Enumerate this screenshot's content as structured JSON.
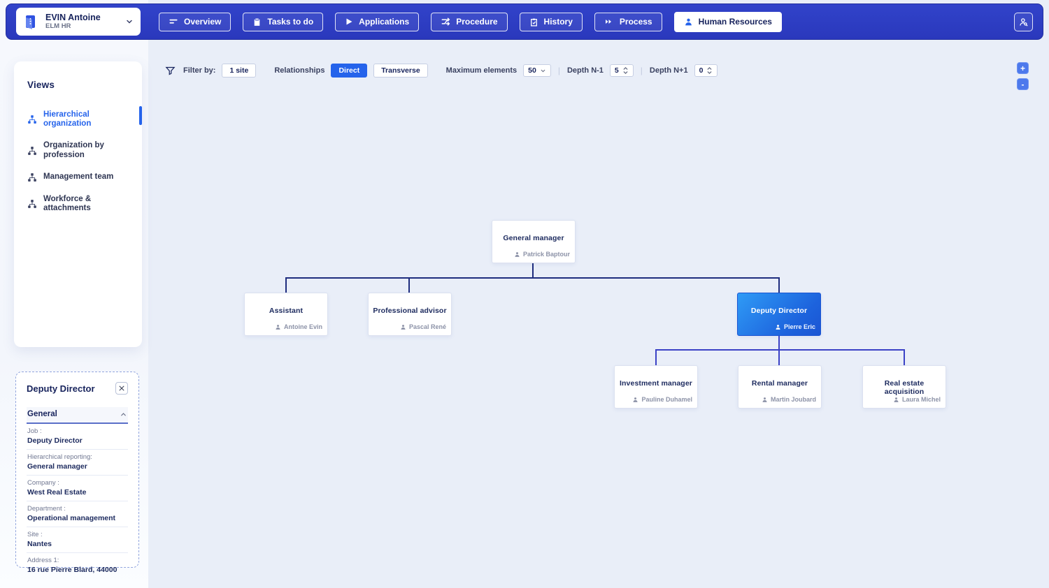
{
  "header": {
    "brand": {
      "name": "EVIN Antoine",
      "subtitle": "ELM HR"
    },
    "tabs": [
      {
        "label": "Overview"
      },
      {
        "label": "Tasks to do"
      },
      {
        "label": "Applications"
      },
      {
        "label": "Procedure"
      },
      {
        "label": "History"
      },
      {
        "label": "Process"
      },
      {
        "label": "Human Resources",
        "active": true
      }
    ]
  },
  "sidebar": {
    "title": "Views",
    "items": [
      {
        "label": "Hierarchical organization",
        "active": true
      },
      {
        "label": "Organization by profession",
        "active": false
      },
      {
        "label": "Management team",
        "active": false
      },
      {
        "label": "Workforce & attachments",
        "active": false
      }
    ]
  },
  "filter_bar": {
    "filter_by_label": "Filter by:",
    "site_button": "1 site",
    "relationships_label": "Relationships",
    "direct_button": "Direct",
    "transverse_button": "Transverse",
    "max_elements_label": "Maximum elements",
    "max_elements_value": "50",
    "depth_n1_label": "Depth N-1",
    "depth_n1_value": "5",
    "depth_n2_label": "Depth N+1",
    "depth_n2_value": "0"
  },
  "zoom_controls": {
    "zoom_in": "+",
    "zoom_out": "-"
  },
  "org_chart": {
    "nodes": [
      {
        "title": "General manager",
        "person": "Patrick Baptour",
        "selected": false
      },
      {
        "title": "Assistant",
        "person": "Antoine Evin",
        "selected": false
      },
      {
        "title": "Professional advisor",
        "person": "Pascal René",
        "selected": false
      },
      {
        "title": "Deputy Director",
        "person": "Pierre Eric",
        "selected": true
      },
      {
        "title": "Investment manager",
        "person": "Pauline Duhamel",
        "selected": false
      },
      {
        "title": "Rental manager",
        "person": "Martin Joubard",
        "selected": false
      },
      {
        "title": "Real estate acquisition",
        "person": "Laura Michel",
        "selected": false
      }
    ]
  },
  "details_panel": {
    "title": "Deputy Director",
    "section": "General",
    "fields": [
      {
        "label": "Job :",
        "value": "Deputy Director"
      },
      {
        "label": "Hierarchical reporting:",
        "value": "General manager"
      },
      {
        "label": "Company :",
        "value": "West Real Estate"
      },
      {
        "label": "Department :",
        "value": "Operational management"
      },
      {
        "label": "Site :",
        "value": "Nantes"
      },
      {
        "label": "Address 1:",
        "value": "16 rue Pierre Blard, 44000"
      }
    ]
  },
  "colors": {
    "accent": "#2563eb",
    "header_bg": "#2c3ac0",
    "selected_node_gradient_start": "#2f9bf6",
    "selected_node_gradient_end": "#1b55d3",
    "connector_upper": "#1f2d7e",
    "connector_lower": "#3b42c6",
    "canvas_bg": "#e9eef8"
  }
}
